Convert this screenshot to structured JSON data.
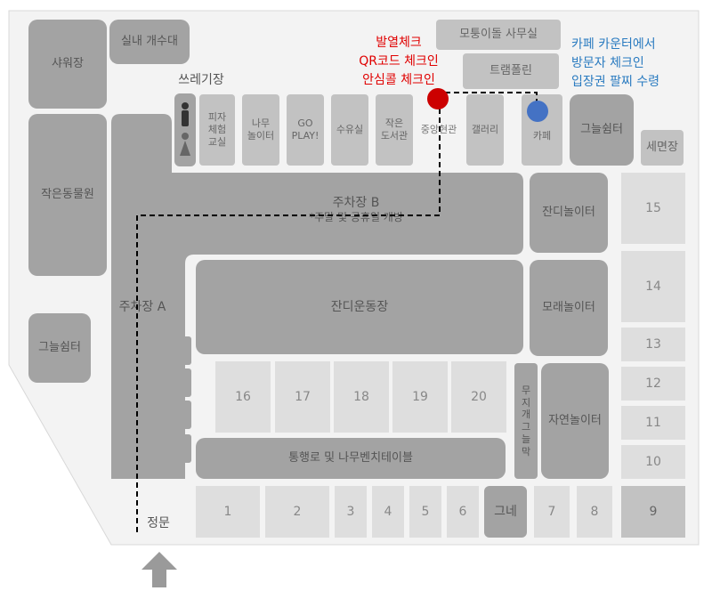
{
  "buildings": {
    "shower": "샤워장",
    "indoor_faucet": "실내 개수대",
    "small_zoo": "작은동물원",
    "shade_left": "그늘쉼터",
    "trash": "쓰레기장",
    "pizza": "피자\n체험\n교실",
    "wood_play": "나무\n놀이터",
    "go_play": "GO\nPLAY!",
    "nursing": "수유실",
    "library": "작은\n도서관",
    "central_hall": "중앙현관",
    "gallery": "갤러리",
    "cafe": "카페",
    "shade_right": "그늘쉼터",
    "washroom": "세면장",
    "office": "모퉁이돌 사무실",
    "trampoline": "트램폴린",
    "parking_b": "주차장 B",
    "parking_b_note": "*주말 및 공휴일 개방",
    "parking_a": "주차장 A",
    "grass_play": "잔디놀이터",
    "sand_play": "모래놀이터",
    "nature_play": "자연놀이터",
    "grass_field": "잔디운동장",
    "rainbow": "무\n지\n개\n그\n늘\n막",
    "walkway": "통행로 및 나무벤치테이블",
    "main_gate": "정문",
    "shade_bottom": "그네"
  },
  "sites": {
    "row_mid": [
      "16",
      "17",
      "18",
      "19",
      "20"
    ],
    "right_col": [
      "15",
      "14",
      "13",
      "12",
      "11",
      "10"
    ],
    "bottom_row": [
      "1",
      "2",
      "3",
      "4",
      "5",
      "6"
    ],
    "bottom_right": [
      "7",
      "8",
      "9"
    ]
  },
  "notes": {
    "red": [
      "발열체크",
      "QR코드 체크인",
      "안심콜 체크인"
    ],
    "blue": [
      "카페 카운터에서",
      "방문자 체크인",
      "입장권 팔찌 수령"
    ]
  },
  "colors": {
    "red_marker": "#cc0000",
    "blue_marker": "#4472c4",
    "route": "#000000"
  },
  "icons": {
    "restroom": "restroom-icon",
    "entrance_arrow": "up-arrow-icon"
  }
}
